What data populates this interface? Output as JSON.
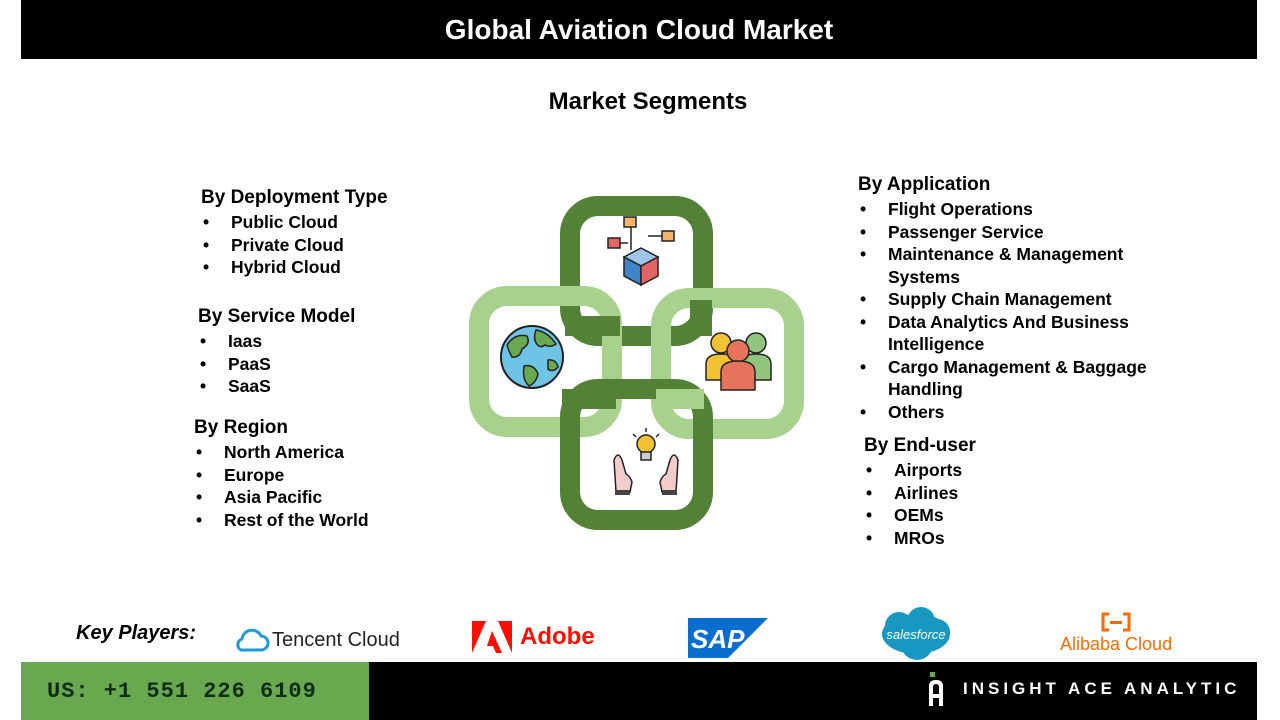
{
  "header": {
    "title": "Global Aviation Cloud Market"
  },
  "subtitle": "Market Segments",
  "segments": {
    "deployment": {
      "title": "By Deployment Type",
      "items": [
        "Public Cloud",
        "Private Cloud",
        "Hybrid Cloud"
      ]
    },
    "service": {
      "title": "By Service Model",
      "items": [
        "Iaas",
        "PaaS",
        "SaaS"
      ]
    },
    "region": {
      "title": "By Region",
      "items": [
        "North America",
        "Europe",
        "Asia Pacific",
        "Rest of the World"
      ]
    },
    "application": {
      "title": "By Application",
      "items": [
        "Flight Operations",
        "Passenger Service",
        "Maintenance & Management",
        "Systems",
        "Supply Chain Management",
        "Data Analytics And Business",
        "Intelligence",
        "Cargo Management & Baggage",
        "Handling",
        "Others"
      ]
    },
    "enduser": {
      "title": "By End-user",
      "items": [
        "Airports",
        "Airlines",
        "OEMs",
        "MROs"
      ]
    }
  },
  "bullet": "•",
  "key_players": {
    "label": "Key Players:",
    "logos": {
      "tencent": "Tencent Cloud",
      "adobe": "Adobe",
      "sap": "SAP",
      "salesforce": "salesforce",
      "alibaba": "Alibaba Cloud"
    }
  },
  "footer": {
    "phone": "US: +1 551 226 6109",
    "brand": "INSIGHT ACE ANALYTIC"
  },
  "colors": {
    "dark_green": "#538135",
    "light_green": "#a9d18e",
    "footer_green": "#6aa84f",
    "adobe_red": "#fa0f00",
    "sap_blue": "#0a6ed1",
    "salesforce_blue": "#1798c1",
    "alibaba_orange": "#ff6a00"
  },
  "icons": [
    "network-cube-icon",
    "globe-icon",
    "people-group-icon",
    "lightbulb-hands-icon"
  ]
}
